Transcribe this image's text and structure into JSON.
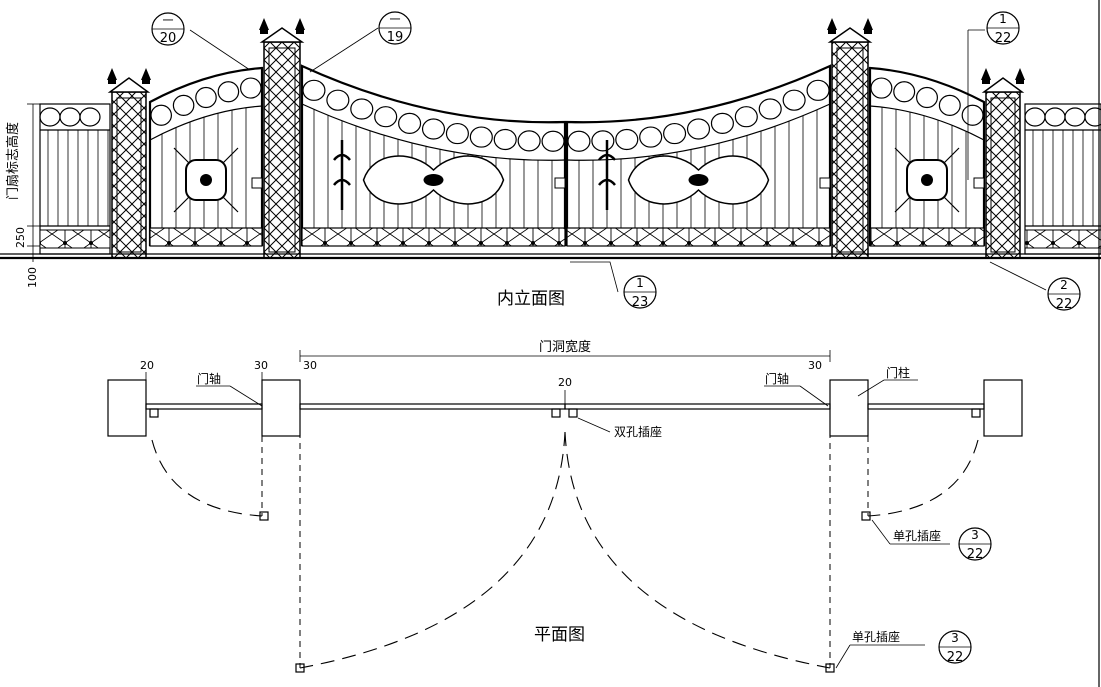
{
  "elevation": {
    "title": "内立面图",
    "left_dimension_label": "门扇标志高度",
    "dim_250": "250",
    "dim_100": "100",
    "callouts": [
      {
        "top": "一",
        "bottom": "20"
      },
      {
        "top": "一",
        "bottom": "19"
      },
      {
        "top": "1",
        "bottom": "22"
      },
      {
        "top": "1",
        "bottom": "23"
      },
      {
        "top": "2",
        "bottom": "22"
      }
    ]
  },
  "plan": {
    "title": "平面图",
    "opening_width_label": "门洞宽度",
    "dim_20_left": "20",
    "dim_30_left": "30",
    "dim_30_inner_left": "30",
    "dim_20_center": "20",
    "dim_30_right": "30",
    "hinge_left": "门轴",
    "hinge_right": "门轴",
    "post_label": "门柱",
    "double_socket": "双孔插座",
    "single_socket_upper": "单孔插座",
    "single_socket_lower": "单孔插座",
    "callouts": [
      {
        "top": "3",
        "bottom": "22"
      },
      {
        "top": "3",
        "bottom": "22"
      }
    ]
  }
}
